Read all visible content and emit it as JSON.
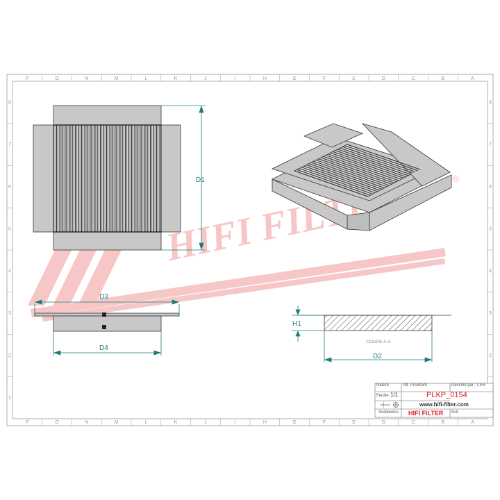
{
  "frame": {
    "columns": [
      "P",
      "O",
      "N",
      "M",
      "L",
      "K",
      "J",
      "I",
      "H",
      "G",
      "F",
      "E",
      "D",
      "C",
      "B",
      "A"
    ],
    "rows": [
      "8",
      "7",
      "6",
      "5",
      "4",
      "3",
      "2",
      "1"
    ]
  },
  "dimensions": {
    "d1": "D1",
    "d2": "D2",
    "d3": "D3",
    "d4": "D4",
    "h1": "H1"
  },
  "section_label": "COUPE A-A",
  "watermark": {
    "text": "HIFI FILTER",
    "registered": "®",
    "color": "#f19999"
  },
  "title_block": {
    "nature_label": "Nature",
    "ref_label": "Mt. Pourcent",
    "dessine_label": "Dessiné par : LSH",
    "feuille_label": "Feuille",
    "feuille_value": "1/1",
    "part_number": "PLKP_0154",
    "website": "www.hifi-filter.com",
    "software": "Solidworks",
    "brand": "HIFI FILTER",
    "ech_label": "Ech"
  },
  "colors": {
    "dimension": "#1c7c77",
    "plate_fill": "#c8c8c8",
    "pleat_dark": "#3a3a3a",
    "brand_red": "#e11d1d"
  }
}
